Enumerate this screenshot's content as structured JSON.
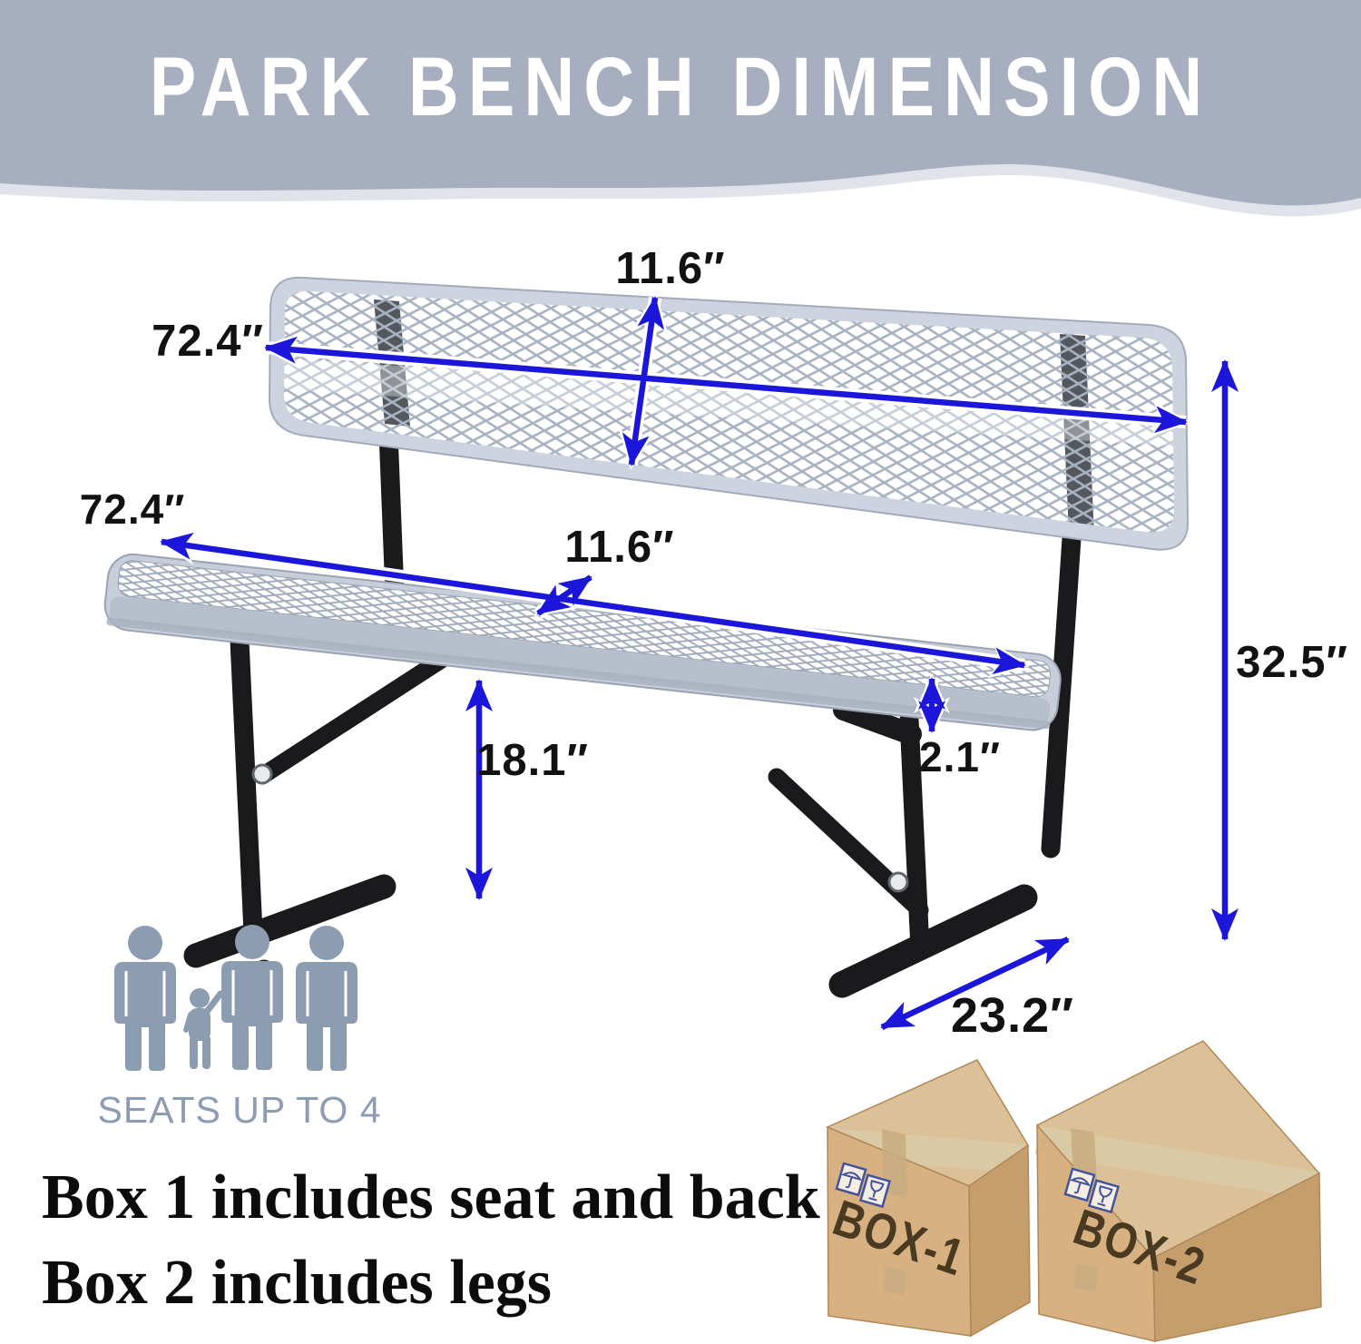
{
  "banner": {
    "title": "PARK BENCH DIMENSION",
    "background_color": "#a7aec0",
    "text_color": "#ffffff"
  },
  "dimensions": {
    "back_width": "72.4″",
    "back_height": "11.6″",
    "seat_length": "72.4″",
    "seat_depth": "11.6″",
    "seat_height": "18.1″",
    "seat_thickness": "2.1″",
    "overall_height": "32.5″",
    "base_depth": "23.2″"
  },
  "capacity": {
    "label": "SEATS UP TO 4",
    "count": 4,
    "people": [
      "adult",
      "child",
      "adult",
      "adult"
    ]
  },
  "notes": {
    "line1": "Box 1 includes seat and back",
    "line2": "Box 2 includes legs"
  },
  "boxes": {
    "box1": "BOX-1",
    "box2": "BOX-2",
    "icons": [
      "umbrella-icon",
      "fragile-icon"
    ]
  },
  "colors": {
    "accent_blue": "#1b16d9",
    "banner_gray": "#a7aec0",
    "bench_gray": "#cdd4df",
    "mesh_line": "#a8b2c1",
    "leg_black": "#1a1a1c",
    "people_gray": "#8d9db1",
    "box_kraft_left": "#d8b183",
    "box_kraft_right": "#c69e6c",
    "box_kraft_top": "#dcc098",
    "text_black": "#111111"
  }
}
